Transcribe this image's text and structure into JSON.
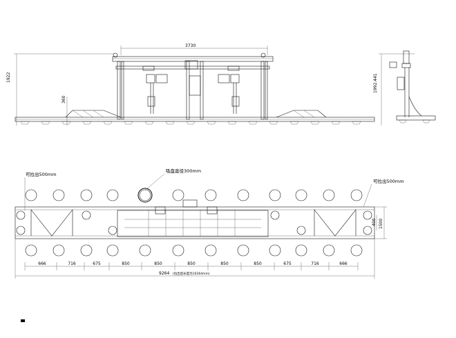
{
  "elevation": {
    "dim_top": "3730",
    "dim_left_height": "1922",
    "dim_small": "360"
  },
  "side_view": {
    "dim_height": "1992.441"
  },
  "plan": {
    "label_left_extend": "可拉出500mm",
    "label_right_extend": "可拉出500mm",
    "label_suction": "吸盘直径300mm",
    "dim_right_outer": "1500",
    "dim_right_inner": "400",
    "bottom_dims": [
      "666",
      "716",
      "675",
      "850",
      "850",
      "850",
      "850",
      "850",
      "675",
      "716",
      "666"
    ],
    "total_dim": "9264",
    "total_note": "(拉出后长度为10264mm)"
  }
}
